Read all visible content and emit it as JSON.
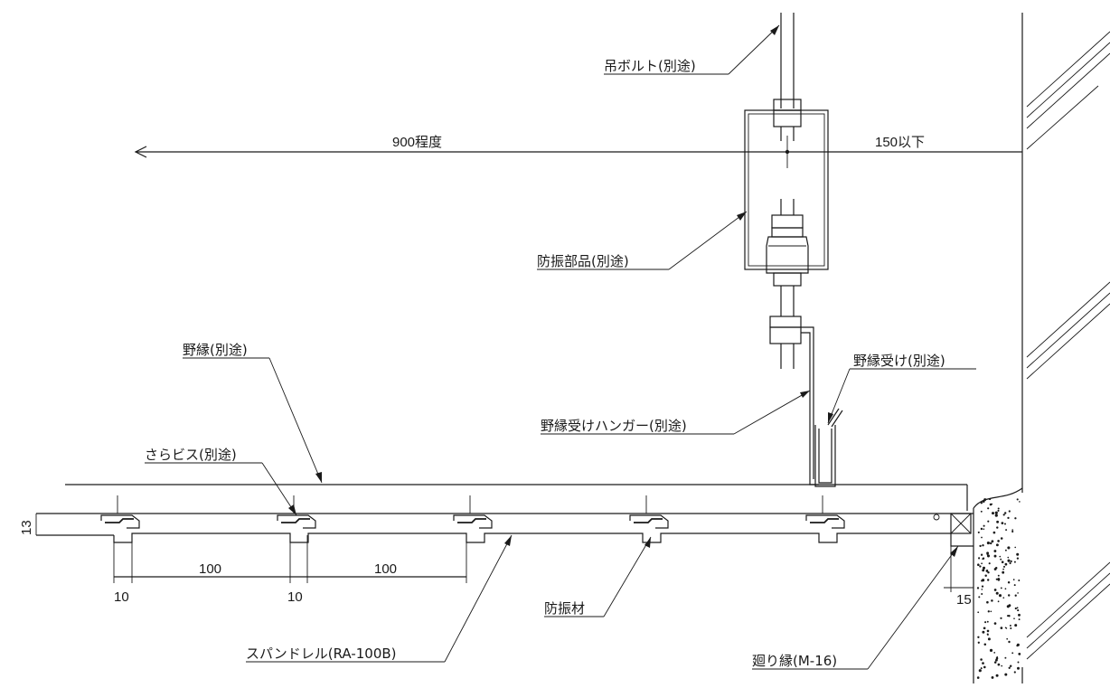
{
  "dimensions": {
    "span_900": "900程度",
    "span_150": "150以下",
    "pitch_100_a": "100",
    "pitch_100_b": "100",
    "gap_10_a": "10",
    "gap_10_b": "10",
    "thickness_13": "13",
    "edge_15": "15"
  },
  "labels": {
    "hanging_bolt": "吊ボルト(別途)",
    "vibration_part": "防振部品(別途)",
    "furring": "野縁(別途)",
    "furring_receiver": "野縁受け(別途)",
    "furring_receiver_hanger": "野縁受けハンガー(別途)",
    "countersunk_screw": "さらビス(別途)",
    "vibration_material": "防振材",
    "spandrel": "スパンドレル(RA-100B)",
    "edge_trim": "廻り縁(M-16)"
  }
}
